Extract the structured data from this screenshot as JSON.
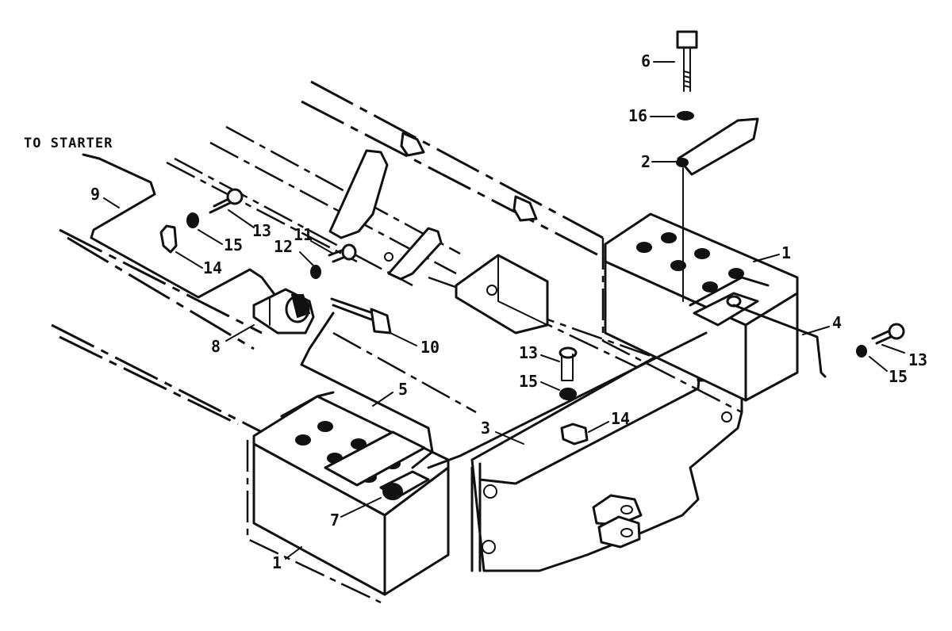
{
  "diagram": {
    "caption": "TO STARTER",
    "callouts": {
      "c1_right": "1",
      "c1_left": "1",
      "c2": "2",
      "c3": "3",
      "c4": "4",
      "c5": "5",
      "c6": "6",
      "c7": "7",
      "c8": "8",
      "c9": "9",
      "c10": "10",
      "c11": "11",
      "c12": "12",
      "c13_top": "13",
      "c13_mid": "13",
      "c13_right": "13",
      "c14_left": "14",
      "c14_mid": "14",
      "c15_left": "15",
      "c15_mid": "15",
      "c15_right": "15",
      "c16": "16"
    }
  }
}
